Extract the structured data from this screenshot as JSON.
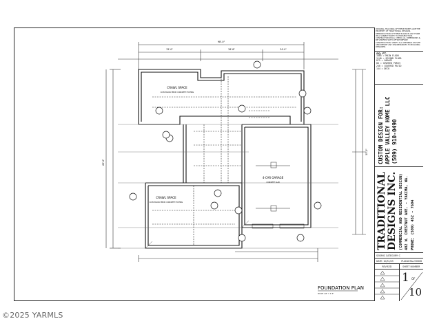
{
  "plan": {
    "title": "FOUNDATION PLAN",
    "scale": "SCALE: 1/4\" = 1'-0\"",
    "rooms": [
      {
        "name": "CRAWL SPACE",
        "note": "4CMU BLOCK PERIM. CONCRETE FOOTING"
      },
      {
        "name": "CRAWL SPACE",
        "note": "4CMU BLOCK PERIM. CONCRETE FOOTING"
      },
      {
        "name": "4-CAR GARAGE",
        "note": "CONCRETE SLAB"
      }
    ],
    "dims": {
      "overall_width": "98'-0\"",
      "top_left": "33'-0\"",
      "top_mid": "28'-8\"",
      "top_right": "34'-0\"",
      "side": "63'-0\"",
      "side_right": "55'-0\""
    }
  },
  "titleblock": {
    "notes": "ORIGINAL TRACINGS OF THESE PRINTS ARE THE PROPERTY OF TRADITIONAL DESIGNS. REPRODUCTION OF THESE PLANS IN ANY FORM WILL SUBJECT PARTY TO PROSECUTION. CONTRACTOR SHALL CHECK ALL DIMENSIONS & BE VERIFIED WITH OFFICE BEFORE CONSTRUCTION. VERIFY ALL OPENINGS ON SITE AND REPORT ANY DISCREPANCIES TO BUILDING DESIGNER.",
    "sqft_heading": "SQ. FT.",
    "sqft": [
      "1805 = MAIN FLOOR",
      "1140 = SECOND FLOOR",
      "875 = GARAGE",
      "80 = COVERED PORCH",
      "240 = COVERED PATIO",
      "144 = DECK"
    ],
    "custom_line1": "CUSTOM DESIGN FOR:",
    "custom_line2": "APPLE VALLEY HOME LLC",
    "custom_line3": "(509) 910-0490",
    "company_line1": "TRADITIONAL",
    "company_line2": "DESIGNS INC.",
    "company_line3": "(COMMERCIAL AND RESIDENTIAL DESIGN)",
    "company_line4": "402 W. CHESTNUT AVE. - YAKIMA, WA.",
    "company_line5": "PHONE: (509) 452 - 7604",
    "seismic": "SEISMIC CATEGORY: C",
    "date": "DATE: 10/31/23",
    "plan_no": "PLAN# BA-230606",
    "revised_label": "REVISED",
    "sheet_label": "SHEET NUMBER",
    "sheet_num": "1",
    "sheet_of": "OF",
    "sheet_total": "10"
  },
  "copyright": "©2025 YARMLS"
}
